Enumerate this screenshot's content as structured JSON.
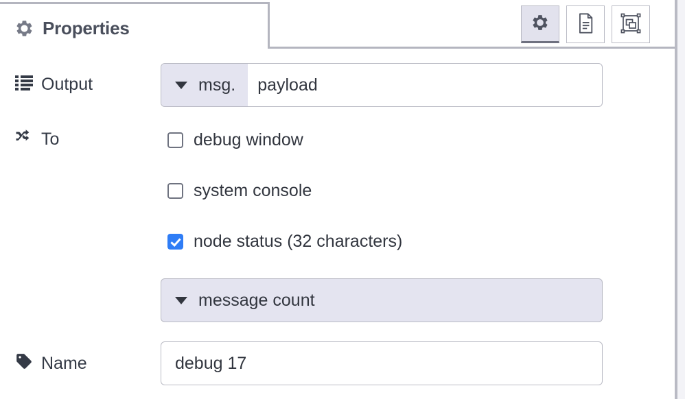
{
  "panel": {
    "tab": {
      "title": "Properties",
      "icon": "gear-icon"
    },
    "toolbar": [
      {
        "name": "properties-button",
        "icon": "gear-icon",
        "active": true
      },
      {
        "name": "description-button",
        "icon": "document-icon",
        "active": false
      },
      {
        "name": "appearance-button",
        "icon": "appearance-icon",
        "active": false
      }
    ]
  },
  "form": {
    "output": {
      "label": "Output",
      "icon": "list-icon",
      "type_prefix": "msg.",
      "type_caret": "chevron-down-icon",
      "value": "payload",
      "placeholder": ""
    },
    "to": {
      "label": "To",
      "icon": "shuffle-icon",
      "checkboxes": [
        {
          "label": "debug window",
          "checked": false
        },
        {
          "label": "system console",
          "checked": false
        },
        {
          "label": "node status (32 characters)",
          "checked": true
        }
      ],
      "select": {
        "value": "message count",
        "caret": "chevron-down-icon"
      }
    },
    "name": {
      "label": "Name",
      "icon": "tag-icon",
      "value": "debug 17",
      "placeholder": "Name"
    }
  },
  "colors": {
    "accent_checked": "#2f7df6",
    "field_tint": "#e4e4f0",
    "border": "#b9bac4",
    "text": "#32363f",
    "tab_title": "#4a4f5c"
  }
}
